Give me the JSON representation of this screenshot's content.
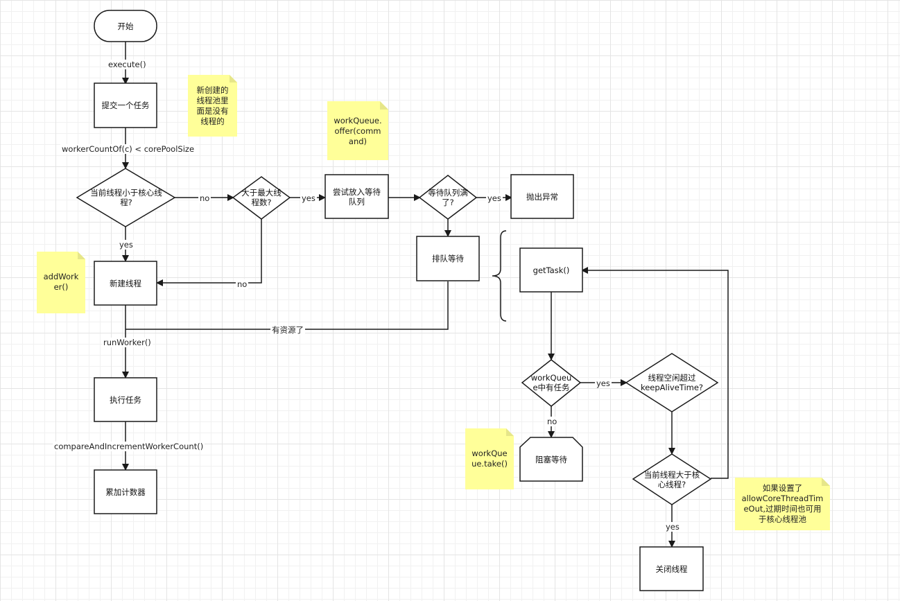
{
  "nodes": {
    "start": "开始",
    "submit": "提交一个任务",
    "check_core": "当前线程小于核心线\n程?",
    "check_max": "大于最大线\n程数?",
    "try_queue": "尝试放入等待\n队列",
    "queue_full": "等待队列满\n了?",
    "throw": "抛出异常",
    "enqueue_wait": "排队等待",
    "new_thread": "新建线程",
    "execute_task": "执行任务",
    "accumulate": "累加计数器",
    "get_task": "getTask()",
    "queue_has_task": "workQueu\ne中有任务",
    "idle_timeout": "线程空闲超过\nkeepAliveTime?",
    "block_wait": "阻塞等待",
    "more_than_core": "当前线程大于核\n心线程?",
    "close_thread": "关闭线程"
  },
  "edge_labels": {
    "execute": "execute()",
    "worker_count": "workerCountOf(c) < corePoolSize",
    "core_no": "no",
    "max_yes": "yes",
    "core_yes": "yes",
    "max_no": "no",
    "full_yes": "yes",
    "resource": "有资源了",
    "run_worker": "runWorker()",
    "compare": "compareAndIncrementWorkerCount()",
    "has_task_yes": "yes",
    "has_task_no": "no",
    "more_yes": "yes"
  },
  "notes": {
    "new_pool": "新创建的\n线程池里\n面是没有\n线程的",
    "offer": "workQueue.\noffer(comm\nand)",
    "add_worker": "addWork\ner()",
    "take": "workQue\nue.take()",
    "allow_core": "如果设置了\nallowCoreThreadTim\neOut,过期时间也可用\n于核心线程池"
  },
  "colors": {
    "stroke": "#1a1a1a",
    "note_fill": "#ffff99",
    "note_fold": "#e6e689",
    "node_fill": "#ffffff"
  }
}
